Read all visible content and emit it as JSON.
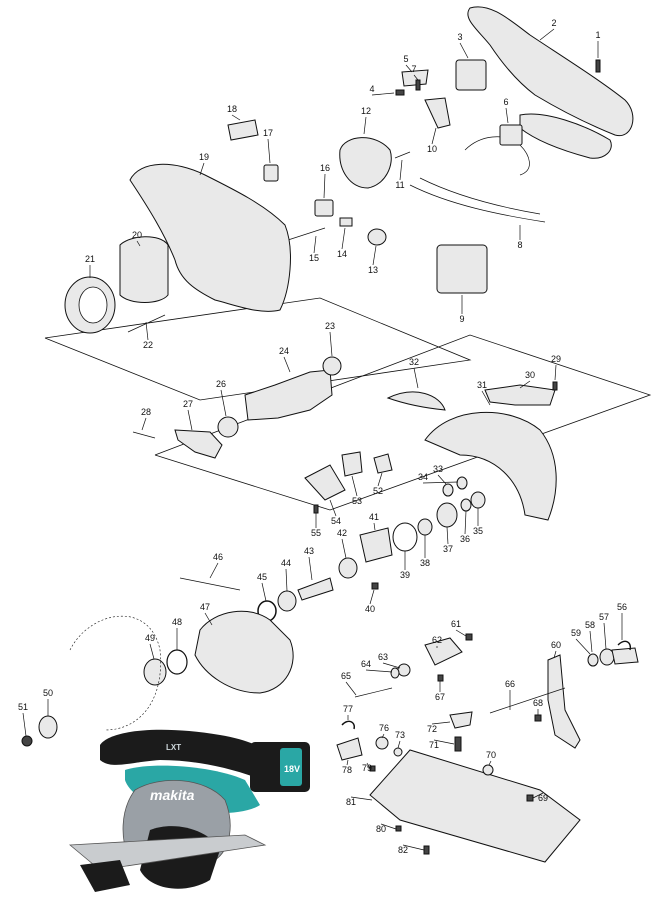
{
  "parts": [
    {
      "num": "1"
    },
    {
      "num": "2"
    },
    {
      "num": "3"
    },
    {
      "num": "4"
    },
    {
      "num": "5"
    },
    {
      "num": "6"
    },
    {
      "num": "7"
    },
    {
      "num": "8"
    },
    {
      "num": "9"
    },
    {
      "num": "10"
    },
    {
      "num": "11"
    },
    {
      "num": "12"
    },
    {
      "num": "13"
    },
    {
      "num": "14"
    },
    {
      "num": "15"
    },
    {
      "num": "16"
    },
    {
      "num": "17"
    },
    {
      "num": "18"
    },
    {
      "num": "19"
    },
    {
      "num": "20"
    },
    {
      "num": "21"
    },
    {
      "num": "22"
    },
    {
      "num": "23"
    },
    {
      "num": "24"
    },
    {
      "num": "26"
    },
    {
      "num": "27"
    },
    {
      "num": "28"
    },
    {
      "num": "29"
    },
    {
      "num": "30"
    },
    {
      "num": "31"
    },
    {
      "num": "32"
    },
    {
      "num": "33"
    },
    {
      "num": "34"
    },
    {
      "num": "35"
    },
    {
      "num": "36"
    },
    {
      "num": "37"
    },
    {
      "num": "38"
    },
    {
      "num": "39"
    },
    {
      "num": "40"
    },
    {
      "num": "41"
    },
    {
      "num": "42"
    },
    {
      "num": "43"
    },
    {
      "num": "44"
    },
    {
      "num": "45"
    },
    {
      "num": "46"
    },
    {
      "num": "47"
    },
    {
      "num": "48"
    },
    {
      "num": "49"
    },
    {
      "num": "50"
    },
    {
      "num": "51"
    },
    {
      "num": "52"
    },
    {
      "num": "53"
    },
    {
      "num": "54"
    },
    {
      "num": "55"
    },
    {
      "num": "56"
    },
    {
      "num": "57"
    },
    {
      "num": "58"
    },
    {
      "num": "59"
    },
    {
      "num": "60"
    },
    {
      "num": "61"
    },
    {
      "num": "62"
    },
    {
      "num": "63"
    },
    {
      "num": "64"
    },
    {
      "num": "65"
    },
    {
      "num": "66"
    },
    {
      "num": "67"
    },
    {
      "num": "68"
    },
    {
      "num": "69"
    },
    {
      "num": "70"
    },
    {
      "num": "71"
    },
    {
      "num": "72"
    },
    {
      "num": "73"
    },
    {
      "num": "76"
    },
    {
      "num": "77"
    },
    {
      "num": "78"
    },
    {
      "num": "79"
    },
    {
      "num": "80"
    },
    {
      "num": "81"
    },
    {
      "num": "82"
    }
  ],
  "product_photo": {
    "brand": "makita",
    "model_mark": "LXT",
    "battery_voltage": "18V",
    "colors": {
      "body": "#2aa7a5",
      "black": "#1b1b1b",
      "shoe": "#c9cccf",
      "guard": "#9aa0a6"
    }
  }
}
